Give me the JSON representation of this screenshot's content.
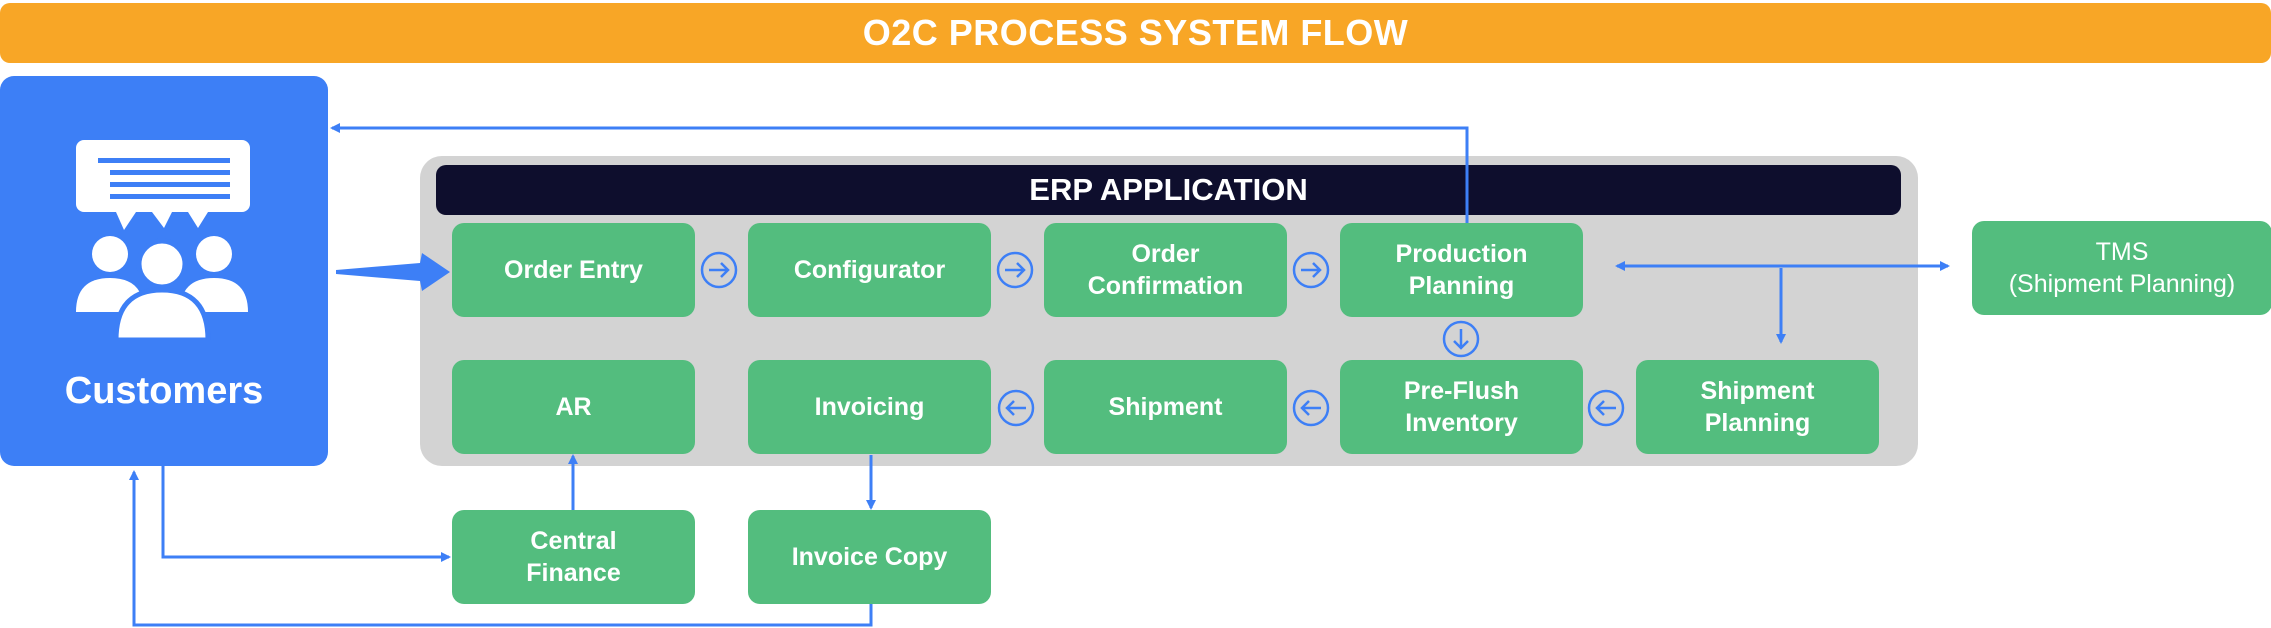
{
  "title": "O2C PROCESS SYSTEM FLOW",
  "customers": {
    "label": "Customers"
  },
  "erp": {
    "title": "ERP APPLICATION"
  },
  "nodes": {
    "order_entry": "Order Entry",
    "configurator": "Configurator",
    "order_confirmation": "Order\nConfirmation",
    "production_planning": "Production\nPlanning",
    "ar": "AR",
    "invoicing": "Invoicing",
    "shipment": "Shipment",
    "pre_flush_inventory": "Pre-Flush\nInventory",
    "shipment_planning": "Shipment\nPlanning",
    "central_finance": "Central\nFinance",
    "invoice_copy": "Invoice Copy",
    "tms": "TMS\n(Shipment Planning)"
  },
  "colors": {
    "banner": "#f8a626",
    "customers": "#3d7ff6",
    "node": "#53bd7e",
    "erp_bg": "#d3d3d3",
    "erp_header": "#0e0e2d",
    "arrow": "#3d7ff6"
  }
}
